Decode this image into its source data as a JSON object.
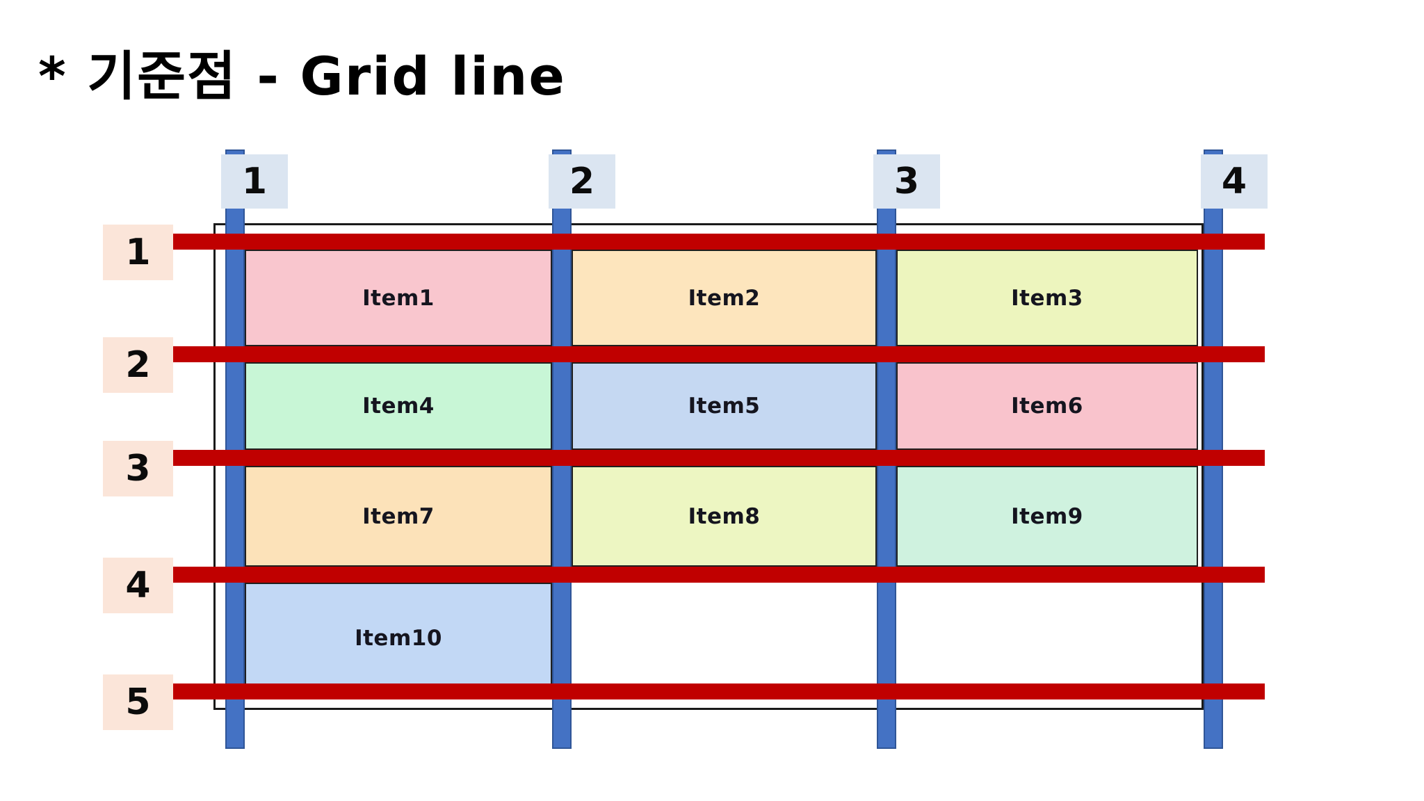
{
  "title": "* 기준점 - Grid line",
  "column_line_labels": [
    "1",
    "2",
    "3",
    "4"
  ],
  "row_line_labels": [
    "1",
    "2",
    "3",
    "4",
    "5"
  ],
  "items": [
    {
      "label": "Item1",
      "color": "#F9C6CE",
      "column": 1,
      "row": 1
    },
    {
      "label": "Item2",
      "color": "#FDE5BD",
      "column": 2,
      "row": 1
    },
    {
      "label": "Item3",
      "color": "#EDF5BE",
      "column": 3,
      "row": 1
    },
    {
      "label": "Item4",
      "color": "#C8F6D6",
      "column": 1,
      "row": 2
    },
    {
      "label": "Item5",
      "color": "#C5D8F2",
      "column": 2,
      "row": 2
    },
    {
      "label": "Item6",
      "color": "#F9C3CC",
      "column": 3,
      "row": 2
    },
    {
      "label": "Item7",
      "color": "#FCE2B9",
      "column": 1,
      "row": 3
    },
    {
      "label": "Item8",
      "color": "#EDF6C2",
      "column": 2,
      "row": 3
    },
    {
      "label": "Item9",
      "color": "#CFF2DF",
      "column": 3,
      "row": 3
    },
    {
      "label": "Item10",
      "color": "#C2D8F5",
      "column": 1,
      "row": 4
    }
  ],
  "colors": {
    "vertical_grid_line": "#4472C4",
    "vertical_grid_line_border": "#2F5597",
    "horizontal_grid_line": "#C00000",
    "column_label_bg": "#DBE5F1",
    "row_label_bg": "#FBE5D9",
    "container_border": "#1A1A1A",
    "background": "#FFFFFF",
    "text": "#000000"
  }
}
